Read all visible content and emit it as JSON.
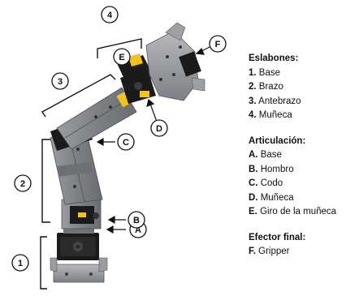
{
  "callouts": {
    "num_1": "1",
    "num_2": "2",
    "num_3": "3",
    "num_4": "4",
    "let_A": "A",
    "let_B": "B",
    "let_C": "C",
    "let_D": "D",
    "let_E": "E",
    "let_F": "F"
  },
  "legend": {
    "eslabones": {
      "title": "Eslabones:",
      "items": [
        {
          "key": "1.",
          "text": "Base"
        },
        {
          "key": "2.",
          "text": "Brazo"
        },
        {
          "key": "3.",
          "text": "Antebrazo"
        },
        {
          "key": "4.",
          "text": "Muñeca"
        }
      ]
    },
    "articulacion": {
      "title": "Articulación:",
      "items": [
        {
          "key": "A.",
          "text": "Base"
        },
        {
          "key": "B.",
          "text": "Hombro"
        },
        {
          "key": "C.",
          "text": "Codo"
        },
        {
          "key": "D.",
          "text": "Muñeca"
        },
        {
          "key": "E.",
          "text": "Giro de la muñeca"
        }
      ]
    },
    "efector": {
      "title": "Efector final:",
      "items": [
        {
          "key": "F.",
          "text": "Gripper"
        }
      ]
    }
  },
  "colors": {
    "metal": "#8a8d92",
    "metal_dark": "#5e6166",
    "servo": "#1b1b1b",
    "accent_yellow": "#f0c419"
  }
}
